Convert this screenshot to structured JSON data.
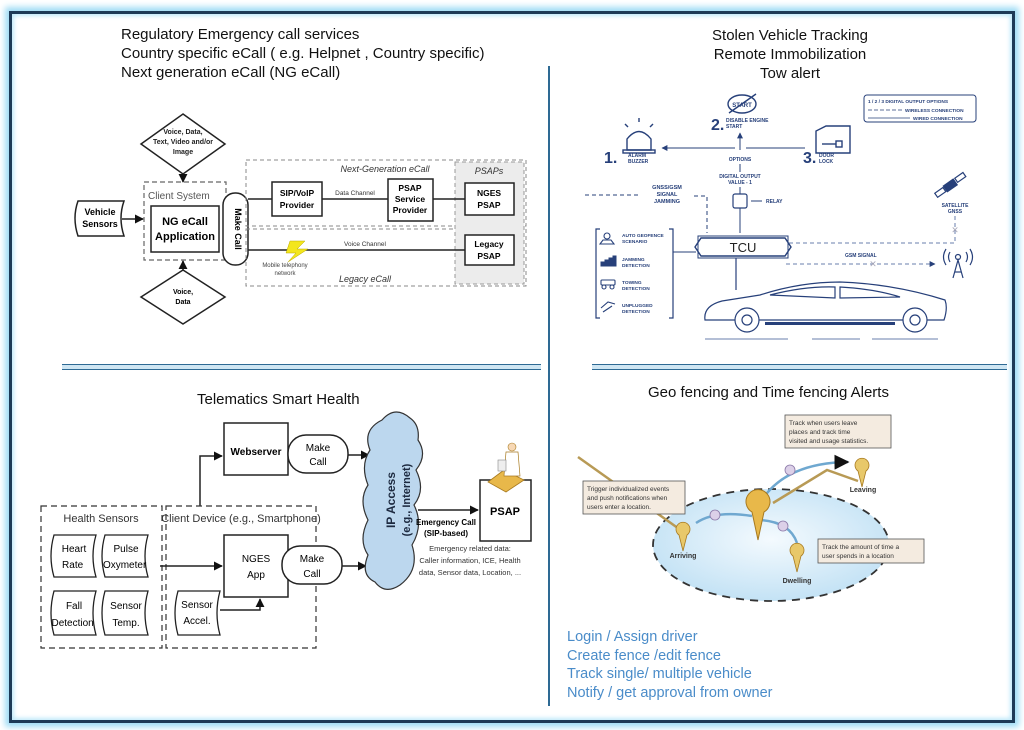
{
  "sections": {
    "ecall": {
      "title_lines": [
        "Regulatory Emergency call services",
        "Country specific eCall ( e.g. Helpnet , Country specific)",
        "Next generation eCall (NG eCall)"
      ],
      "diagram": {
        "top_input": [
          "Voice, Data,",
          "Text, Video and/or",
          "Image"
        ],
        "bottom_input": [
          "Voice,",
          "Data"
        ],
        "vehicle_sensors": [
          "Vehicle",
          "Sensors"
        ],
        "client_system": "Client System",
        "application": [
          "NG eCall",
          "Application"
        ],
        "make_call": "Make Call",
        "ng_group": "Next-Generation eCall",
        "legacy_group": "Legacy eCall",
        "psaps_group": "PSAPs",
        "sip_provider": [
          "SIP/VoIP",
          "Provider"
        ],
        "data_channel": "Data Channel",
        "psap_service_provider": [
          "PSAP",
          "Service",
          "Provider"
        ],
        "nges_psap": [
          "NGES",
          "PSAP"
        ],
        "voice_channel": "Voice Channel",
        "mobile_network": [
          "Mobile telephony",
          "network"
        ],
        "legacy_psap": [
          "Legacy",
          "PSAP"
        ]
      }
    },
    "stolen": {
      "title_lines": [
        "Stolen Vehicle Tracking",
        "Remote Immobilization",
        "Tow alert"
      ],
      "diagram": {
        "opt1_num": "1.",
        "opt1": [
          "ALARM",
          "BUZZER"
        ],
        "opt2_num": "2.",
        "opt2": [
          "DISABLE ENGINE",
          "START"
        ],
        "opt3_num": "3.",
        "opt3": [
          "DOOR",
          "LOCK"
        ],
        "start_label": "START",
        "options": "OPTIONS",
        "digital_output": [
          "DIGITAL OUTPUT",
          "VALUE - 1"
        ],
        "relay": "RELAY",
        "jamming": [
          "GNSS/GSM",
          "SIGNAL",
          "JAMMING"
        ],
        "legend": [
          "1 / 2 / 3  DIGITAL OUTPUT OPTIONS",
          "WIRELESS CONNECTION",
          "WIRED CONNECTION"
        ],
        "satellite": [
          "SATELLITE",
          "GNSS"
        ],
        "tcu": "TCU",
        "gsm_signal": "GSM SIGNAL",
        "detections": [
          [
            "AUTO GEOFENCE",
            "SCENARIO"
          ],
          [
            "JAMMING",
            "DETECTION"
          ],
          [
            "TOWING",
            "DETECTION"
          ],
          [
            "UNPLUGGED",
            "DETECTION"
          ]
        ]
      }
    },
    "health": {
      "title": "Telematics Smart Health",
      "diagram": {
        "webserver": "Webserver",
        "make_call": [
          "Make",
          "Call"
        ],
        "health_sensors": "Health Sensors",
        "client_device": "Client Device (e.g., Smartphone)",
        "sensors": [
          [
            "Heart",
            "Rate"
          ],
          [
            "Pulse",
            "Oxymeter"
          ],
          [
            "Fall",
            "Detection"
          ],
          [
            "Sensor",
            "Temp."
          ]
        ],
        "nges_app": [
          "NGES",
          "App"
        ],
        "sensor_accel": [
          "Sensor",
          "Accel."
        ],
        "ip_access": [
          "IP Access",
          "(e.g., Internet)"
        ],
        "emergency_call": [
          "Emergency Call",
          "(SIP-based)"
        ],
        "emergency_data": [
          "Emergency related data:",
          "Caller information, ICE, Health",
          "data, Sensor data, Location, ..."
        ],
        "psap": "PSAP"
      }
    },
    "geofence": {
      "title": "Geo fencing and Time fencing  Alerts",
      "diagram": {
        "callout_arriving": [
          "Trigger individualized events",
          "and push notifications when",
          "users enter a location."
        ],
        "callout_leaving": [
          "Track when users leave",
          "places and track time",
          "visited and usage statistics."
        ],
        "callout_dwelling": [
          "Track the amount of time a",
          "user spends in a location"
        ],
        "arriving": "Arriving",
        "leaving": "Leaving",
        "dwelling": "Dwelling"
      },
      "features": [
        "Login / Assign driver",
        "Create fence /edit fence",
        "Track single/ multiple  vehicle",
        "Notify / get approval from owner"
      ]
    }
  },
  "colors": {
    "frame": "#1d3a57",
    "glow": "#9fdcf5",
    "divider": "#2e6a94",
    "navy_icon": "#27407a",
    "feature_text": "#4a8cc9",
    "cloud": "#bcd7ee",
    "geofence_area": "#d6ebf8",
    "pin": "#e8b84a"
  }
}
